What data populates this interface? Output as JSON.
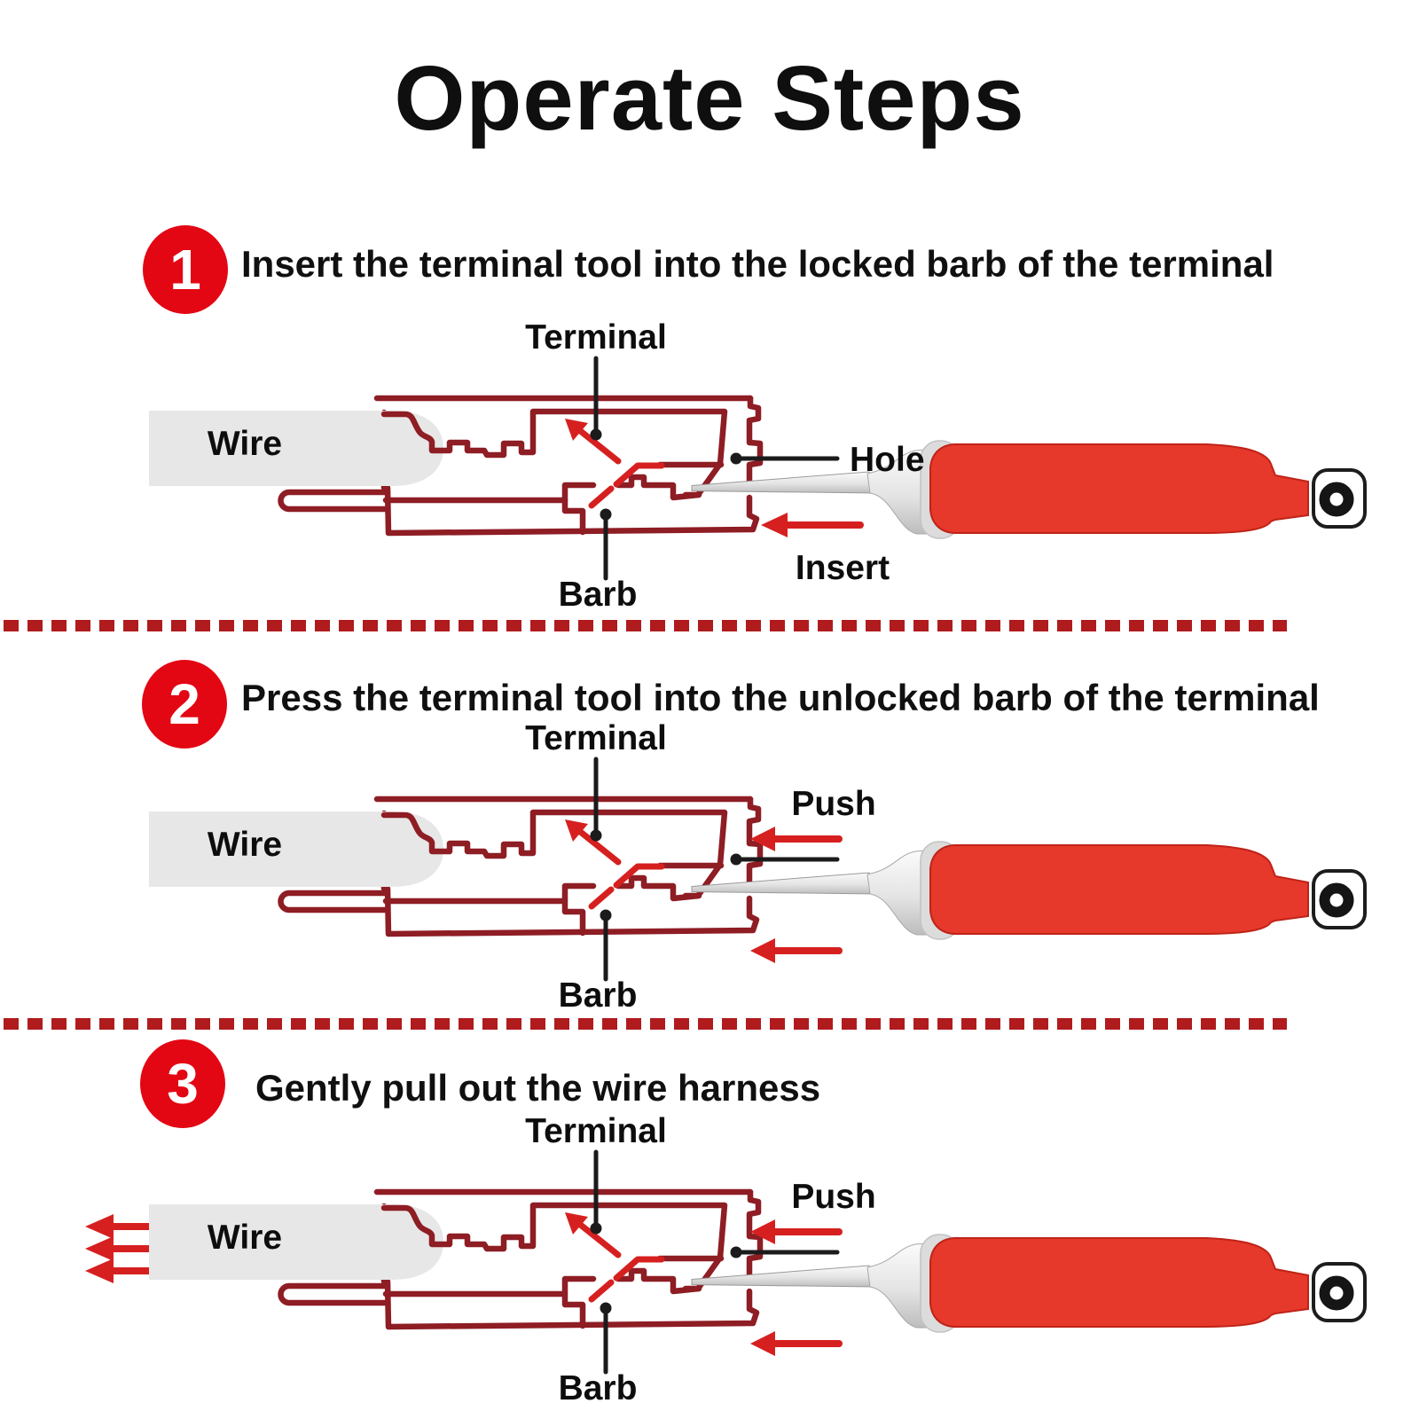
{
  "title": "Operate Steps",
  "colors": {
    "badge": "#e30613",
    "outline": "#8e1d24",
    "bright_red": "#d62020",
    "divider": "#b01b1e",
    "handle": "#e6392b",
    "wire_fill": "#e7e7e7"
  },
  "steps": [
    {
      "number": "1",
      "heading": "Insert the terminal tool into the locked barb of the terminal",
      "labels": {
        "terminal": "Terminal",
        "wire": "Wire",
        "hole": "Hole",
        "insert": "Insert",
        "barb": "Barb"
      }
    },
    {
      "number": "2",
      "heading": "Press the terminal tool into the unlocked barb of the terminal",
      "labels": {
        "terminal": "Terminal",
        "wire": "Wire",
        "push": "Push",
        "barb": "Barb"
      }
    },
    {
      "number": "3",
      "heading": "Gently pull out the wire harness",
      "labels": {
        "terminal": "Terminal",
        "wire": "Wire",
        "push": "Push",
        "barb": "Barb"
      }
    }
  ]
}
